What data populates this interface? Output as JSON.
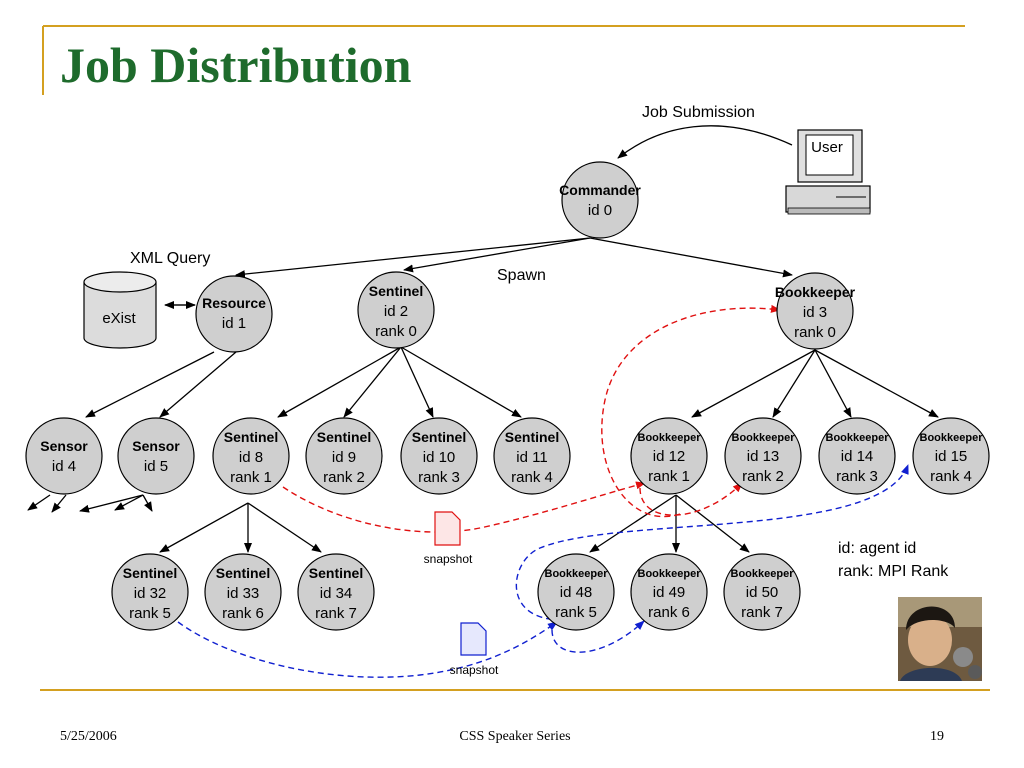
{
  "slide": {
    "title": "Job Distribution",
    "footer": {
      "date": "5/25/2006",
      "center": "CSS Speaker Series",
      "page": "19"
    },
    "colors": {
      "title": "#1e6b2c",
      "rule": "#d4a020",
      "node_fill": "#cfcfcf",
      "red_path": "#e01010",
      "blue_path": "#1020d0"
    }
  },
  "diagram": {
    "labels": {
      "job_submission": "Job Submission",
      "user": "User",
      "xml_query": "XML Query",
      "exist": "eXist",
      "spawn": "Spawn",
      "snapshot_red": "snapshot",
      "snapshot_blue": "snapshot",
      "legend_id": "id: agent id",
      "legend_rank": "rank: MPI Rank"
    },
    "nodes": {
      "n0": {
        "name": "Commander",
        "id": "id 0",
        "rank": ""
      },
      "n1": {
        "name": "Resource",
        "id": "id 1",
        "rank": ""
      },
      "n2": {
        "name": "Sentinel",
        "id": "id 2",
        "rank": "rank 0"
      },
      "n3": {
        "name": "Bookkeeper",
        "id": "id 3",
        "rank": "rank 0"
      },
      "n4": {
        "name": "Sensor",
        "id": "id 4",
        "rank": ""
      },
      "n5": {
        "name": "Sensor",
        "id": "id 5",
        "rank": ""
      },
      "n8": {
        "name": "Sentinel",
        "id": "id 8",
        "rank": "rank 1"
      },
      "n9": {
        "name": "Sentinel",
        "id": "id 9",
        "rank": "rank 2"
      },
      "n10": {
        "name": "Sentinel",
        "id": "id 10",
        "rank": "rank 3"
      },
      "n11": {
        "name": "Sentinel",
        "id": "id 11",
        "rank": "rank 4"
      },
      "n12": {
        "name": "Bookkeeper",
        "id": "id 12",
        "rank": "rank 1"
      },
      "n13": {
        "name": "Bookkeeper",
        "id": "id 13",
        "rank": "rank 2"
      },
      "n14": {
        "name": "Bookkeeper",
        "id": "id 14",
        "rank": "rank 3"
      },
      "n15": {
        "name": "Bookkeeper",
        "id": "id 15",
        "rank": "rank 4"
      },
      "n32": {
        "name": "Sentinel",
        "id": "id 32",
        "rank": "rank 5"
      },
      "n33": {
        "name": "Sentinel",
        "id": "id 33",
        "rank": "rank 6"
      },
      "n34": {
        "name": "Sentinel",
        "id": "id 34",
        "rank": "rank 7"
      },
      "n48": {
        "name": "Bookkeeper",
        "id": "id 48",
        "rank": "rank 5"
      },
      "n49": {
        "name": "Bookkeeper",
        "id": "id 49",
        "rank": "rank 6"
      },
      "n50": {
        "name": "Bookkeeper",
        "id": "id 50",
        "rank": "rank 7"
      }
    }
  }
}
